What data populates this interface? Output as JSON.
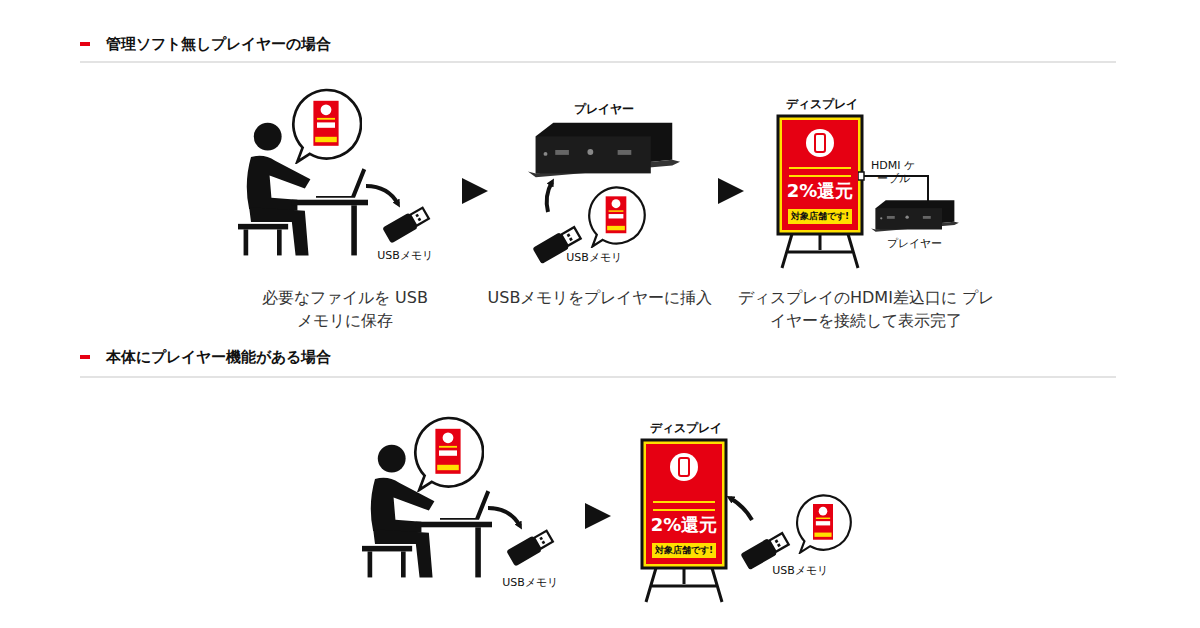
{
  "diagram": {
    "nodes": [
      {
        "text": [
          "2%還元",
          "対象店舗です!"
        ]
      },
      {
        "text": [
          "2%還元",
          "対象店舗です!"
        ]
      }
    ],
    "labels": [
      "管理ソフト無しプレイヤーの場合",
      "USBメモリ",
      "必要なファイルを USBメモリに保存",
      "プレイヤー",
      "USBメモリ",
      "USBメモリをプレイヤーに挿入",
      "ディスプレイ",
      "HDMI ケーブル",
      "プレイヤー",
      "ディスプレイのHDMI差込口に プレイヤーを接続して表示完了",
      "本体にプレイヤー機能がある場合",
      "USBメモリ",
      "ディスプレイ",
      "USBメモリ"
    ]
  }
}
